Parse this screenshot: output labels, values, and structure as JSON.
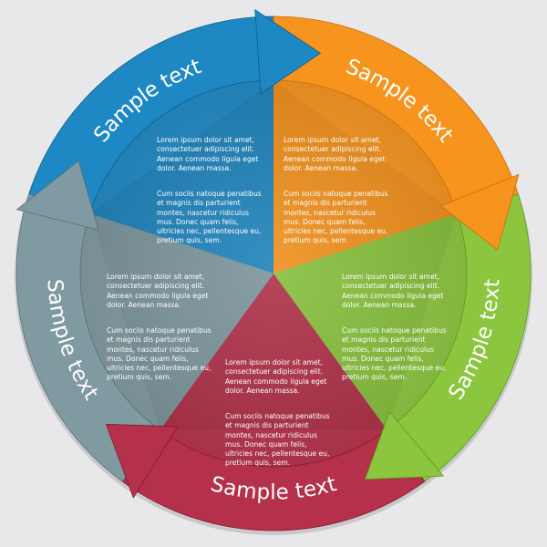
{
  "segments": [
    {
      "id": "blue",
      "label": "Sample text",
      "color": "#1e88c4",
      "dark": "#0f5d8c",
      "paragraph1": "Lorem ipsum dolor sit amet,\nconsectetuer adipiscing elit.\nAenean commodo ligula eget\ndolor. Aenean massa.",
      "paragraph2": "Cum sociis natoque penatibus\net magnis dis parturient\nmontes, nascetur ridiculus\nmus. Donec quam felis,\nultricies nec, pellentesque eu,\npretium quis, sem."
    },
    {
      "id": "orange",
      "label": "Sample text",
      "color": "#f7941d",
      "dark": "#c96e08",
      "paragraph1": "Lorem ipsum dolor sit amet,\nconsectetuer adipiscing elit.\nAenean commodo ligula eget\ndolor. Aenean massa.",
      "paragraph2": "Cum sociis natoque penatibus\net magnis dis parturient\nmontes, nascetur ridiculus\nmus. Donec quam felis,\nultricies nec, pellentesque eu,\npretium quis, sem."
    },
    {
      "id": "green",
      "label": "Sample text",
      "color": "#8cc63f",
      "dark": "#5e9a1c",
      "paragraph1": "Lorem ipsum dolor sit amet,\nconsectetuer adipiscing elit.\nAenean commodo ligula eget\ndolor. Aenean massa.",
      "paragraph2": "Cum sociis natoque penatibus\net magnis dis parturient\nmontes, nascetur ridiculus\nmus. Donec quam felis,\nultricies nec, pellentesque eu,\npretium quis, sem."
    },
    {
      "id": "red",
      "label": "Sample text",
      "color": "#b5304a",
      "dark": "#85192f",
      "paragraph1": "Lorem ipsum dolor sit amet,\nconsectetuer adipiscing elit.\nAenean commodo ligula eget\ndolor. Aenean massa.",
      "paragraph2": "Cum sociis natoque penatibus\net magnis dis parturient\nmontes, nascetur ridiculus\nmus. Donec quam felis,\nultricies nec, pellentesque eu,\npretium quis, sem."
    },
    {
      "id": "gray",
      "label": "Sample text",
      "color": "#7f9aa0",
      "dark": "#56707a",
      "paragraph1": "Lorem ipsum dolor sit amet,\nconsectetuer adipiscing elit.\nAenean commodo ligula eget\ndolor. Aenean massa.",
      "paragraph2": "Cum sociis natoque penatibus\net magnis dis parturient\nmontes, nascetur ridiculus\nmus. Donec quam felis,\nultricies nec, pellentesque eu,\npretium quis, sem."
    }
  ]
}
